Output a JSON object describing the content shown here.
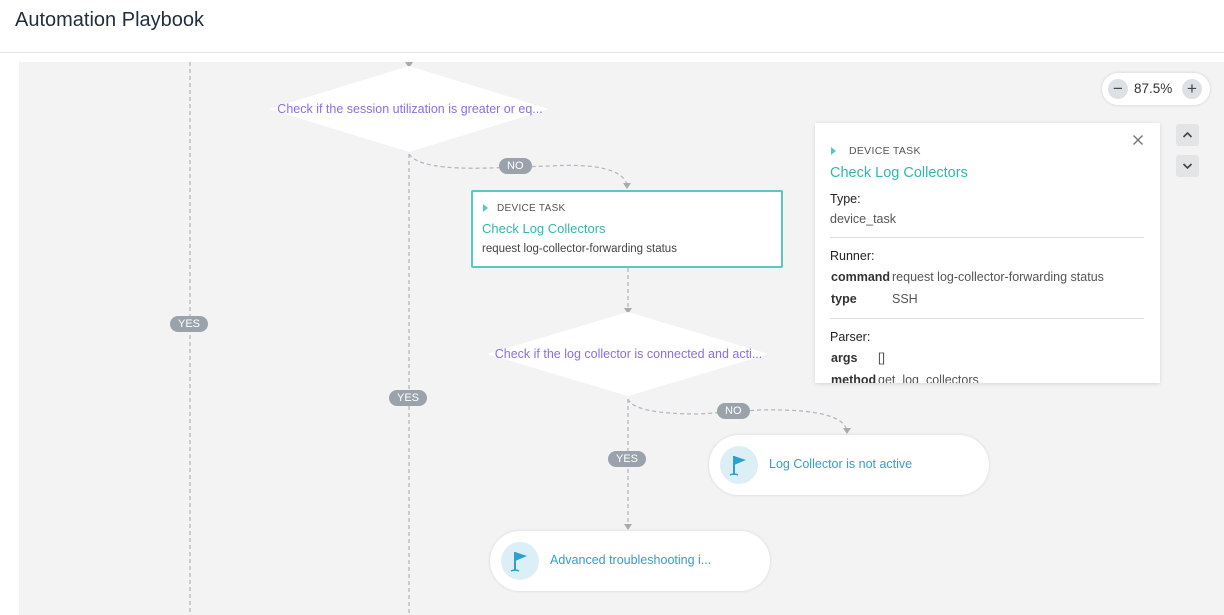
{
  "header": {
    "title": "Automation Playbook"
  },
  "flow": {
    "decision1": "Check if the session utilization is greater or eq...",
    "decision2": "Check if the log collector is connected and acti...",
    "labels": {
      "no1": "NO",
      "yes_left": "YES",
      "yes_mid": "YES",
      "no2": "NO",
      "yes_bottom": "YES"
    },
    "task": {
      "kind": "DEVICE TASK",
      "title": "Check Log Collectors",
      "subtitle": "request log-collector-forwarding status"
    },
    "end_not_active": "Log Collector is not active",
    "end_advanced": "Advanced troubleshooting i..."
  },
  "zoom": {
    "level": "87.5%",
    "minus": "−",
    "plus": "+"
  },
  "panel": {
    "kind": "DEVICE TASK",
    "title": "Check Log Collectors",
    "type_label": "Type:",
    "type_value": "device_task",
    "runner_label": "Runner:",
    "command_key": "command",
    "command_value": "request log-collector-forwarding status",
    "type_key": "type",
    "type_key_value": "SSH",
    "parser_label": "Parser:",
    "args_key": "args",
    "args_value": "[]",
    "method_key": "method",
    "method_value": "get_log_collectors"
  },
  "colors": {
    "accent": "#33b6ad",
    "decision": "#8a6fe0",
    "end_label": "#2f9fd0"
  }
}
